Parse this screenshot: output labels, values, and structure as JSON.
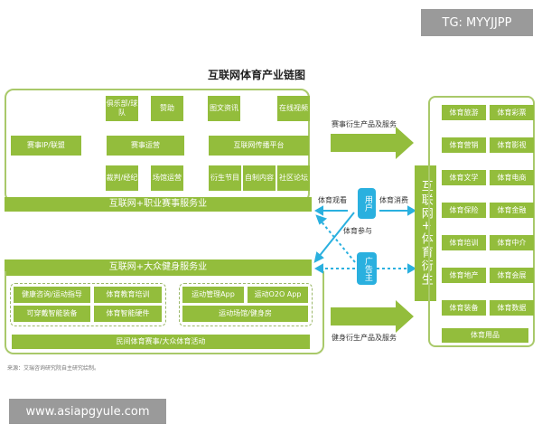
{
  "title": "互联网体育产业链图",
  "pro": {
    "top_left": [
      "俱乐部/球队",
      "赞助"
    ],
    "top_right": [
      "图文资讯",
      "在线视频"
    ],
    "ip": "赛事IP/联盟",
    "ops": "赛事运营",
    "platform": "互联网传播平台",
    "bottom_left": [
      "裁判/经纪",
      "场馆运营"
    ],
    "bottom_right": [
      "衍生节目",
      "自制内容",
      "社区论坛"
    ],
    "band": "互联网+职业赛事服务业"
  },
  "fit": {
    "band": "互联网+大众健身服务业",
    "left": [
      "健康咨询/运动指导",
      "体育教育培训",
      "可穿戴智能装备",
      "体育智能硬件"
    ],
    "right": [
      "运动管理App",
      "运动O2O App",
      "运动场馆/健身房"
    ],
    "bottom": "民间体育赛事/大众体育活动"
  },
  "flows": {
    "top_arrow": "赛事衍生产品及服务",
    "bottom_arrow": "健身衍生产品及服务",
    "watch": "体育观看",
    "consume": "体育消费",
    "participate": "体育参与",
    "user": "用户",
    "advertiser": "广告主"
  },
  "derivative": {
    "column": "互联网+体育衍生",
    "items": [
      "体育旅游",
      "体育彩票",
      "体育营销",
      "体育影视",
      "体育文学",
      "体育电商",
      "体育保险",
      "体育金融",
      "体育培训",
      "体育中介",
      "体育地产",
      "体育会展",
      "体育装备",
      "体育数据"
    ],
    "last": "体育用品"
  },
  "source": "来源：艾瑞咨询研究院自主研究绘制。",
  "watermarks": {
    "top": "TG: MYYJJPP",
    "bottom": "www.asiapgyule.com"
  },
  "colors": {
    "green": "#93bd3c",
    "blue": "#2ab0df"
  }
}
